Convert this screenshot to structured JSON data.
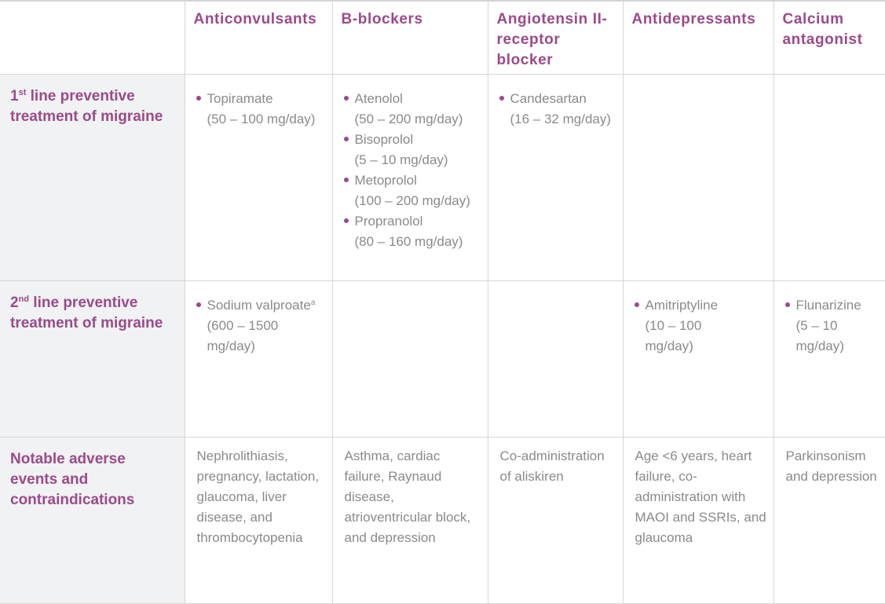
{
  "table": {
    "columns": [
      {
        "label": ""
      },
      {
        "label": "Anticonvulsants"
      },
      {
        "label": "B-blockers"
      },
      {
        "label": "Angiotensin II-receptor blocker"
      },
      {
        "label": "Antidepressants"
      },
      {
        "label": "Calcium antagonist"
      }
    ],
    "rows": [
      {
        "header": {
          "prefix": "1",
          "sup": "st",
          "text": " line preventive treatment of migraine"
        },
        "cells": [
          {
            "items": [
              {
                "drug": "Topiramate",
                "dose": "(50 – 100 mg/day)"
              }
            ]
          },
          {
            "items": [
              {
                "drug": "Atenolol",
                "dose": "(50 – 200 mg/day)"
              },
              {
                "drug": "Bisoprolol",
                "dose": "(5 – 10 mg/day)"
              },
              {
                "drug": "Metoprolol",
                "dose": "(100 – 200 mg/day)"
              },
              {
                "drug": "Propranolol",
                "dose": "(80 – 160 mg/day)"
              }
            ]
          },
          {
            "items": [
              {
                "drug": "Candesartan",
                "dose": "(16 – 32 mg/day)"
              }
            ]
          },
          {
            "items": []
          },
          {
            "items": []
          }
        ]
      },
      {
        "header": {
          "prefix": "2",
          "sup": "nd",
          "text": " line preventive treatment of migraine"
        },
        "cells": [
          {
            "items": [
              {
                "drug": "Sodium valproate",
                "footnote": "a",
                "dose": "(600 – 1500 mg/day)"
              }
            ]
          },
          {
            "items": []
          },
          {
            "items": []
          },
          {
            "items": [
              {
                "drug": "Amitriptyline",
                "dose": "(10 – 100 mg/day)"
              }
            ]
          },
          {
            "items": [
              {
                "drug": "Flunarizine",
                "dose": "(5 – 10 mg/day)"
              }
            ]
          }
        ]
      },
      {
        "header": {
          "prefix": "",
          "sup": "",
          "text": "Notable adverse events and contraindications"
        },
        "cells": [
          {
            "text": "Nephrolithiasis, pregnancy, lactation, glaucoma, liver disease, and thrombocytopenia"
          },
          {
            "text": "Asthma, cardiac failure, Raynaud disease, atrioventricular block, and depression"
          },
          {
            "text": "Co-administration of aliskiren"
          },
          {
            "text": "Age <6 years, heart failure, co-administration with MAOI and SSRIs, and glaucoma"
          },
          {
            "text": "Parkinsonism and depression"
          }
        ]
      }
    ]
  },
  "colors": {
    "accent": "#9b4a8a",
    "body_text": "#8a8a8a",
    "row_header_bg": "#f1f2f4",
    "border": "#d6d6d6"
  }
}
